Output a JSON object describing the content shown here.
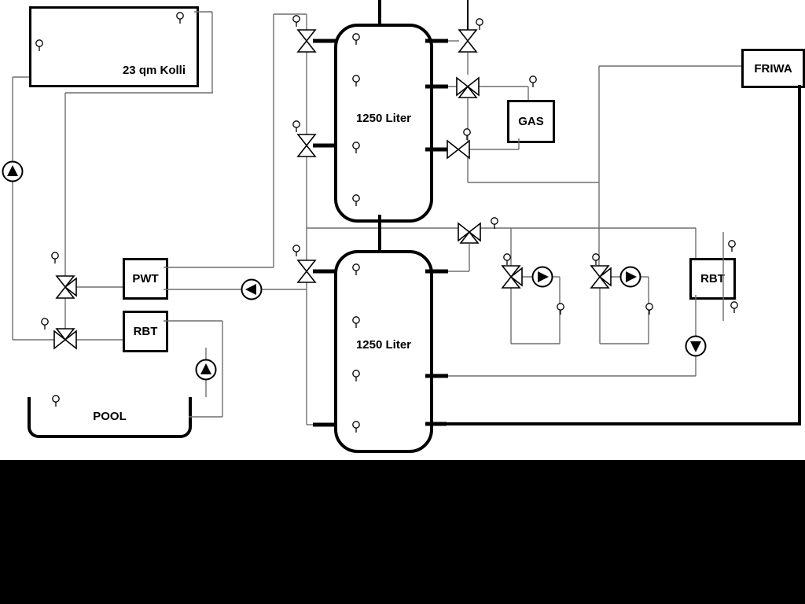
{
  "labels": {
    "collector": "23 qm Kolli",
    "tank_top": "1250 Liter",
    "tank_bottom": "1250 Liter",
    "gas": "GAS",
    "friwa": "FRIWA",
    "pwt": "PWT",
    "rbt_left": "RBT",
    "rbt_right": "RBT",
    "pool": "POOL"
  },
  "colors": {
    "background": "#ffffff",
    "thin_pipe": "#6f6f6f",
    "main_pipe": "#000000",
    "component_outline": "#000000",
    "bottom_band": "#000000"
  },
  "icons": {
    "pumps": [
      "solar-pump-up",
      "pwt-charge-pump-left",
      "pool-pump-up",
      "heating-circuit-1-pump-right",
      "heating-circuit-2-pump-right",
      "rbt-right-pump-down"
    ],
    "valves": [
      "tank1-top-left-valve",
      "tank1-mid-left-valve",
      "tank2-top-left-valve",
      "tank1-top-right-valve",
      "gas-supply-3way-valve",
      "gas-return-valve",
      "tank2-supply-3way-valve",
      "pwt-3way-valve",
      "rbt-left-3way-valve",
      "heating-circuit-1-mixing-valve",
      "heating-circuit-2-mixing-valve"
    ],
    "sensor": "temperature-sensor",
    "sensor_count": 26
  }
}
